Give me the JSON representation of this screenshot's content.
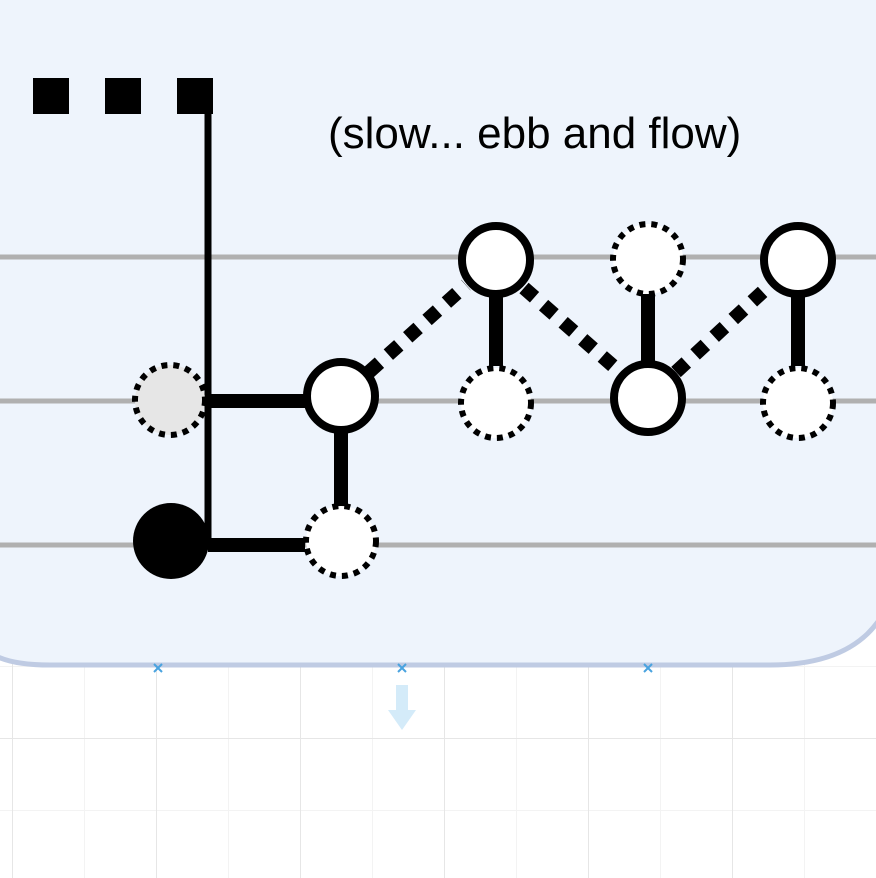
{
  "diagram": {
    "annotation": "(slow... ebb and flow)",
    "colors": {
      "panel_fill": "#eef4fc",
      "panel_border": "#bfcbe3",
      "staff_line": "#b0b0b0",
      "ink": "#000000",
      "ghost_fill": "#e6e6e6",
      "selection_marker": "#4aa3df",
      "drop_arrow": "#d4ebf9"
    },
    "icons": [
      "square-marker-icon",
      "selection-handle-icon",
      "drop-arrow-icon"
    ],
    "notes": [
      {
        "id": "ghost-start",
        "style": "ghost"
      },
      {
        "id": "solid-start",
        "style": "solid"
      },
      {
        "id": "n1",
        "style": "open"
      },
      {
        "id": "n1-shadow",
        "style": "dotted"
      },
      {
        "id": "n2",
        "style": "open"
      },
      {
        "id": "n2-shadow",
        "style": "dotted"
      },
      {
        "id": "n3",
        "style": "open"
      },
      {
        "id": "n3-shadow",
        "style": "dotted"
      },
      {
        "id": "n4",
        "style": "open"
      },
      {
        "id": "n4-shadow",
        "style": "dotted"
      }
    ]
  }
}
